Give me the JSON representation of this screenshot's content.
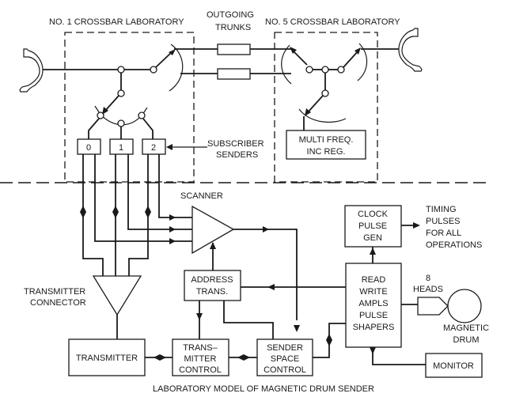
{
  "diagram": {
    "caption": "LABORATORY MODEL OF MAGNETIC DRUM SENDER",
    "regions": {
      "no1_crossbar": "NO. 1 CROSSBAR LABORATORY",
      "no5_crossbar": "NO. 5 CROSSBAR LABORATORY"
    },
    "outgoing_trunks": [
      "OUTGOING",
      "TRUNKS"
    ],
    "subscriber_senders": {
      "label": [
        "SUBSCRIBER",
        "SENDERS"
      ],
      "senders": [
        "0",
        "1",
        "2"
      ]
    },
    "multi_freq": [
      "MULTI FREQ.",
      "INC REG."
    ],
    "scanner": "SCANNER",
    "transmitter_connector": [
      "TRANSMITTER",
      "CONNECTOR"
    ],
    "address_trans": [
      "ADDRESS",
      "TRANS."
    ],
    "clock_pulse_gen": [
      "CLOCK",
      "PULSE",
      "GEN"
    ],
    "timing_pulses": [
      "TIMING",
      "PULSES",
      "FOR ALL",
      "OPERATIONS"
    ],
    "read_write": [
      "READ",
      "WRITE",
      "AMPLS",
      "PULSE",
      "SHAPERS"
    ],
    "heads": [
      "8",
      "HEADS"
    ],
    "magnetic_drum": [
      "MAGNETIC",
      "DRUM"
    ],
    "transmitter": "TRANSMITTER",
    "transmitter_control": [
      "TRANS–",
      "MITTER",
      "CONTROL"
    ],
    "sender_space_control": [
      "SENDER",
      "SPACE",
      "CONTROL"
    ],
    "monitor": "MONITOR"
  }
}
